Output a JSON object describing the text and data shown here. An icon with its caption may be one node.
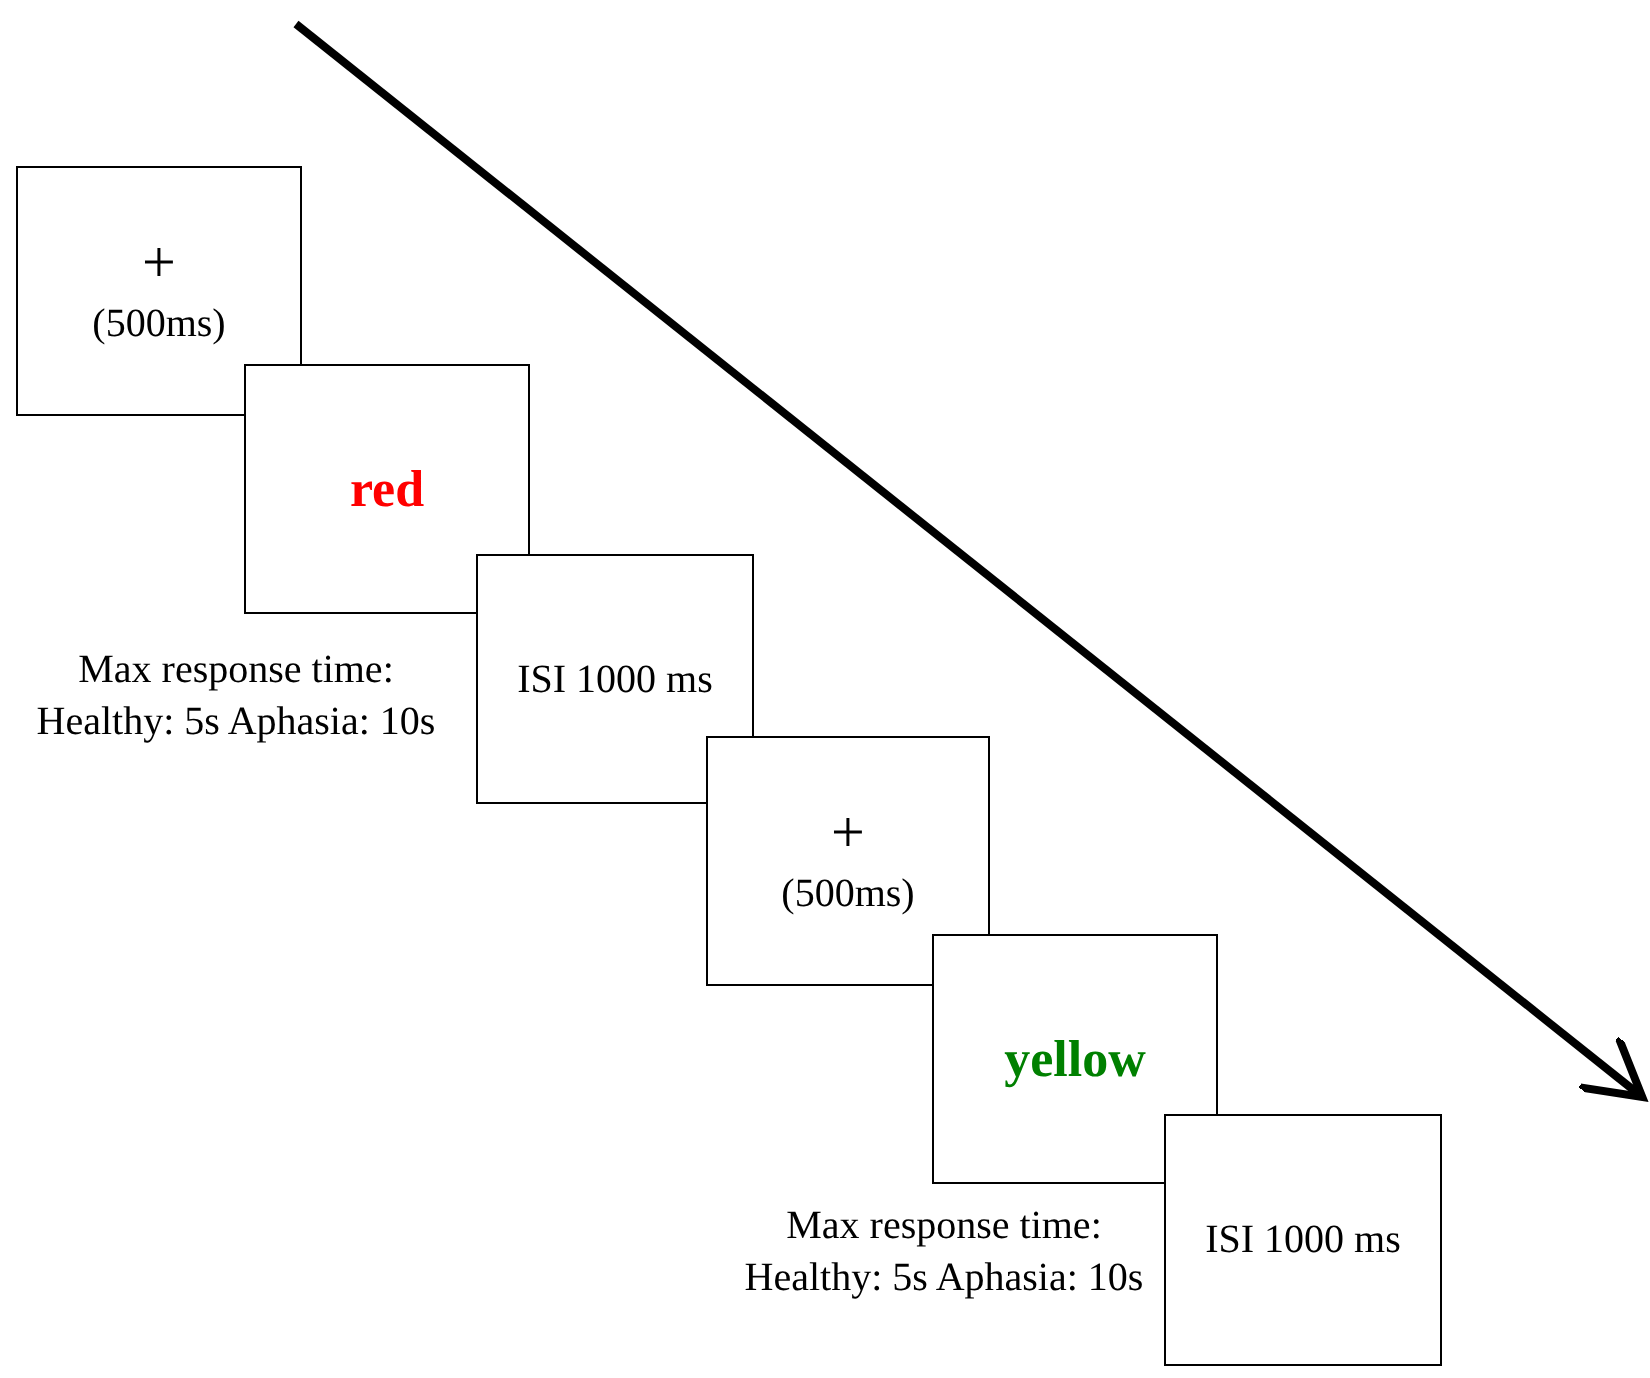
{
  "diagram": {
    "nodes": [
      {
        "text": [
          "+",
          "(500ms)"
        ]
      },
      {
        "text": [
          "red"
        ],
        "beside": [
          "Max response time: Healthy: 5s Aphasia: 10s"
        ]
      },
      {
        "text": [
          "ISI 1000 ms"
        ]
      },
      {
        "text": [
          "+",
          "(500ms)"
        ]
      },
      {
        "text": [
          "yellow"
        ],
        "beside": [
          "Max response time: Healthy: 5s Aphasia: 10s"
        ]
      },
      {
        "text": [
          "ISI 1000 ms"
        ]
      }
    ],
    "edges": []
  }
}
